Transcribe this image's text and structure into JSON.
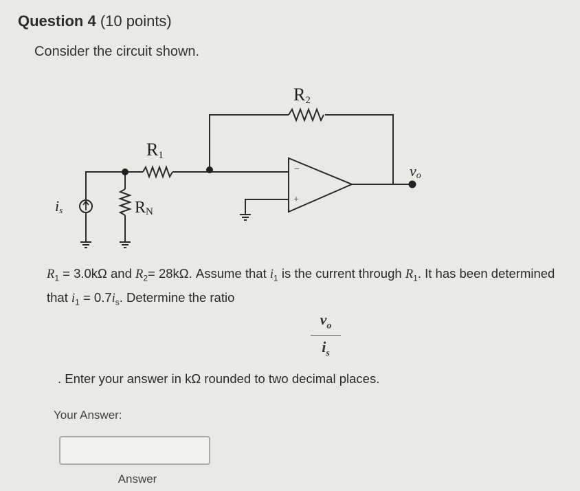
{
  "question": {
    "label": "Question 4",
    "points": "(10 points)"
  },
  "intro": "Consider the circuit shown.",
  "circuit": {
    "labels": {
      "r2": "R",
      "r2_sub": "2",
      "r1": "R",
      "r1_sub": "1",
      "rn": "R",
      "rn_sub": "N",
      "vo": "v",
      "vo_sub": "o",
      "is": "i",
      "is_sub": "s",
      "minus": "−",
      "plus": "+"
    }
  },
  "problem": {
    "r1_name": "R",
    "r1_sub": "1",
    "r1_value": " = 3.0kΩ and ",
    "r2_name": "R",
    "r2_sub": "2",
    "r2_value": "= 28kΩ. Assume that ",
    "i1_name": "i",
    "i1_sub": "1",
    "mid1": " is the current through ",
    "r1b_name": "R",
    "r1b_sub": "1",
    "mid2": ". It has been determined that ",
    "i1b_name": "i",
    "i1b_sub": "1",
    "mid3": " = 0.7",
    "is_name": "i",
    "is_sub": "s",
    "end": ". Determine the ratio"
  },
  "ratio": {
    "num": "v",
    "num_sub": "o",
    "den": "i",
    "den_sub": "s"
  },
  "instruction": ". Enter your answer in kΩ rounded to two decimal places.",
  "answer": {
    "label": "Your Answer:",
    "input_value": "",
    "button_label": "Answer"
  }
}
